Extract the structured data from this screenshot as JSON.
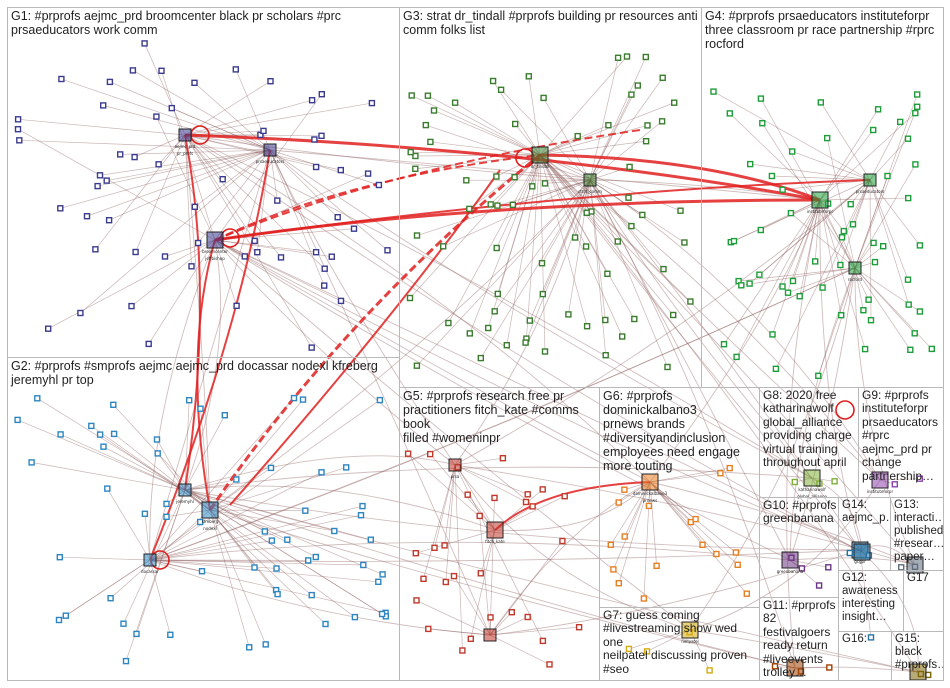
{
  "groups": [
    {
      "id": "G1",
      "label": "G1: #prprofs aejmc_prd broomcenter black pr scholars #prc\nprsaeducators work comm"
    },
    {
      "id": "G2",
      "label": "G2: #prprofs #smprofs aejmc aejmc_prd docassar nodexl kfreberg\njeremyhl pr top"
    },
    {
      "id": "G3",
      "label": "G3: strat dr_tindall #prprofs building pr resources anti\ncomm folks list"
    },
    {
      "id": "G4",
      "label": "G4: #prprofs prsaeducators instituteforpr\nthree classroom pr race partnership #rprc\nrocford"
    },
    {
      "id": "G5",
      "label": "G5: #prprofs research free pr\npractitioners fitch_kate #comms book\nfilled #womeninpr"
    },
    {
      "id": "G6",
      "label": "G6: #prprofs dominickalbano3\nprnews brands\n#diversityandinclusion\nemployees need engage\nmore touting"
    },
    {
      "id": "G7",
      "label": "G7: guess coming\n#livestreaming show wed one\nneilpatel discussing proven\n#seo"
    },
    {
      "id": "G8",
      "label": "G8: 2020 free\nkatharinawolf\nglobal_alliance\nproviding charge\nvirtual training\nthroughout april"
    },
    {
      "id": "G9",
      "label": "G9: #prprofs\ninstituteforpr\nprsaeducators\n#rprc\naejmc_prd pr\nchange\npartnership…"
    },
    {
      "id": "G10",
      "label": "G10: #prprofs\ngreenbanana"
    },
    {
      "id": "G11",
      "label": "G11: #prprofs\n82\nfestivalgoers\nready return\n#liveevents\ntrolley…"
    },
    {
      "id": "G12",
      "label": "G12:\nawareness\ninteresting\ninsight…"
    },
    {
      "id": "G13",
      "label": "G13:\ninteracti…\npublished\n#resear…\npaper…"
    },
    {
      "id": "G14",
      "label": "G14:\naejmc_p…"
    },
    {
      "id": "G15",
      "label": "G15:\nblack\n#prprofs…"
    },
    {
      "id": "G16",
      "label": "G16:"
    },
    {
      "id": "G17",
      "label": "G17"
    }
  ],
  "colors": {
    "G1": "#3b3b8f",
    "G2": "#2e86c1",
    "G3": "#3a7d2e",
    "G4": "#1e9e3a",
    "G5": "#c0392b",
    "G6": "#e67e22",
    "G7": "#d4ac0d",
    "G8": "#7fb03a",
    "G9": "#8e44ad",
    "G10": "#6c3483",
    "G11": "#a04000",
    "G12": "#2874a6",
    "G13": "#5d6d7e",
    "G14": "#2471a3",
    "G15": "#7d6608",
    "edge": "#8c5a5a",
    "edge_strong": "#e02020",
    "panel_border": "#b9b9b9"
  },
  "nodes": [
    {
      "g": "G1",
      "label": "broomcenter",
      "kind": "hub"
    },
    {
      "g": "G1",
      "label": "aejmc_prd",
      "kind": "hub"
    },
    {
      "g": "G1",
      "label": "prsaeducators",
      "kind": "node"
    },
    {
      "g": "G1",
      "label": "jeffbishop",
      "kind": "node"
    },
    {
      "g": "G1",
      "label": "pr_profs",
      "kind": "node"
    },
    {
      "g": "G2",
      "label": "kfreberg",
      "kind": "hub"
    },
    {
      "g": "G2",
      "label": "docassar",
      "kind": "node"
    },
    {
      "g": "G2",
      "label": "jeremyhl",
      "kind": "node"
    },
    {
      "g": "G2",
      "label": "nodexl",
      "kind": "node"
    },
    {
      "g": "G3",
      "label": "dr_tindall",
      "kind": "hub"
    },
    {
      "g": "G3",
      "label": "strat_comm",
      "kind": "node"
    },
    {
      "g": "G4",
      "label": "instituteforpr",
      "kind": "hub"
    },
    {
      "g": "G4",
      "label": "prsaeducators",
      "kind": "hub"
    },
    {
      "g": "G4",
      "label": "rocford",
      "kind": "node"
    },
    {
      "g": "G5",
      "label": "fitch_kate",
      "kind": "hub"
    },
    {
      "g": "G5",
      "label": "prsa",
      "kind": "node"
    },
    {
      "g": "G6",
      "label": "dominickalbano3",
      "kind": "hub"
    },
    {
      "g": "G6",
      "label": "prnews",
      "kind": "node"
    },
    {
      "g": "G7",
      "label": "neilpatel",
      "kind": "node"
    },
    {
      "g": "G8",
      "label": "katharinawolf",
      "kind": "node"
    },
    {
      "g": "G8",
      "label": "global_alliance",
      "kind": "node"
    },
    {
      "g": "G9",
      "label": "instituteforpr",
      "kind": "node"
    },
    {
      "g": "G10",
      "label": "greenbanana",
      "kind": "node"
    },
    {
      "g": "G12",
      "label": "gcgpr",
      "kind": "node"
    }
  ]
}
